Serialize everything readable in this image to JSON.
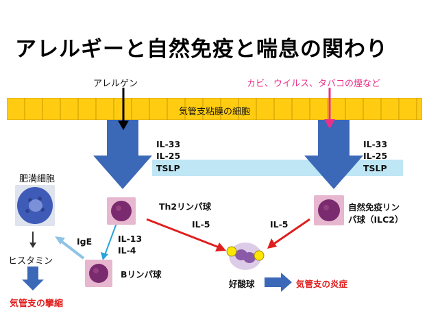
{
  "title": "アレルギーと自然免疫と喘息の関わり",
  "allergen": "アレルゲン",
  "irritants": "カビ、ウイルス、タバコの煙など",
  "epithelium": "気管支粘膜の細胞",
  "cytokines_left": [
    "IL-33",
    "IL-25",
    "TSLP"
  ],
  "cytokines_right": [
    "IL-33",
    "IL-25",
    "TSLP"
  ],
  "mast_cell": "肥満細胞",
  "histamine": "ヒスタミン",
  "bronchospasm": "気管支の攣縮",
  "th2": "Th2リンパ球",
  "ilc2_line1": "自然免疫リン",
  "ilc2_line2": "パ球（ILC2）",
  "il5_left": "IL-5",
  "il5_right": "IL-5",
  "ige": "IgE",
  "il13": "IL-13",
  "il4": "IL-4",
  "b_cell": "Bリンパ球",
  "eosinophil": "好酸球",
  "inflammation": "気管支の炎症",
  "colors": {
    "arrow_blue": "#3c68b8",
    "epithelium": "#ffcc12",
    "band": "#bfe6f4",
    "pink": "#e8318a",
    "red": "#e01e1e",
    "light_blue_arrow": "#8ec3e6",
    "cytoplasm": "#e6b7cf",
    "nucleus": "#7a2a6e"
  }
}
